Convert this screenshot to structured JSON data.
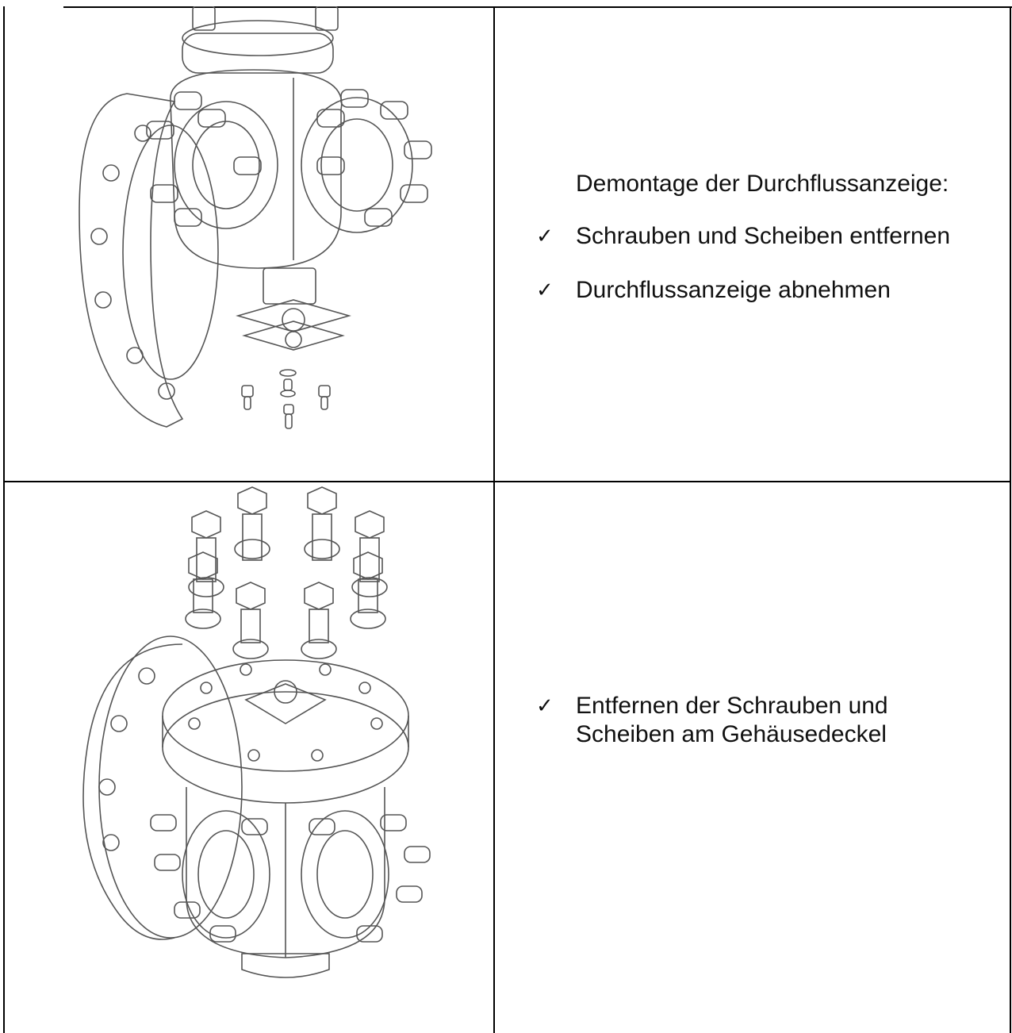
{
  "rows": [
    {
      "heading": "Demontage der Durchflussanzeige:",
      "steps": [
        {
          "check": "✓",
          "text": "Schrauben und Scheiben entfernen"
        },
        {
          "check": "✓",
          "text": "Durchflussanzeige abnehmen"
        }
      ],
      "figure_icon": "valve-exploded-flow-indicator"
    },
    {
      "steps": [
        {
          "check": "✓",
          "text": "Entfernen der Schrauben und Scheiben am Gehäusedeckel"
        }
      ],
      "figure_icon": "valve-exploded-cover-bolts"
    }
  ]
}
